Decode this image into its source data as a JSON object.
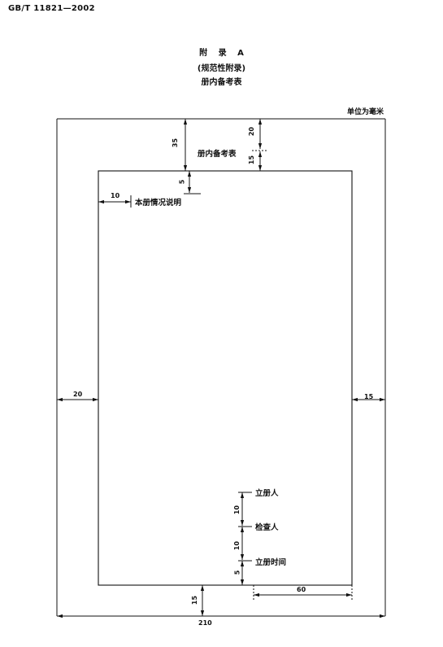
{
  "header": {
    "standard_number": "GB/T 11821—2002"
  },
  "annex": {
    "title": "附 录 A",
    "subtitle": "(规范性附录)",
    "name": "册内备考表"
  },
  "unit_note": "单位为毫米",
  "figure": {
    "form_title": "册内备考表",
    "description_label": "本册情况说明",
    "signatures": {
      "creator": "立册人",
      "inspector": "检查人",
      "creation_time": "立册时间"
    },
    "dimensions": {
      "top_margin": "35",
      "title_above": "20",
      "title_below": "15",
      "title_to_text": "5",
      "text_indent": "10",
      "left_margin": "20",
      "right_margin": "15",
      "creator_to_inspector": "10",
      "inspector_to_time": "10",
      "time_to_bottom": "5",
      "signature_area_width": "60",
      "bottom_margin": "15",
      "page_width": "210"
    }
  }
}
